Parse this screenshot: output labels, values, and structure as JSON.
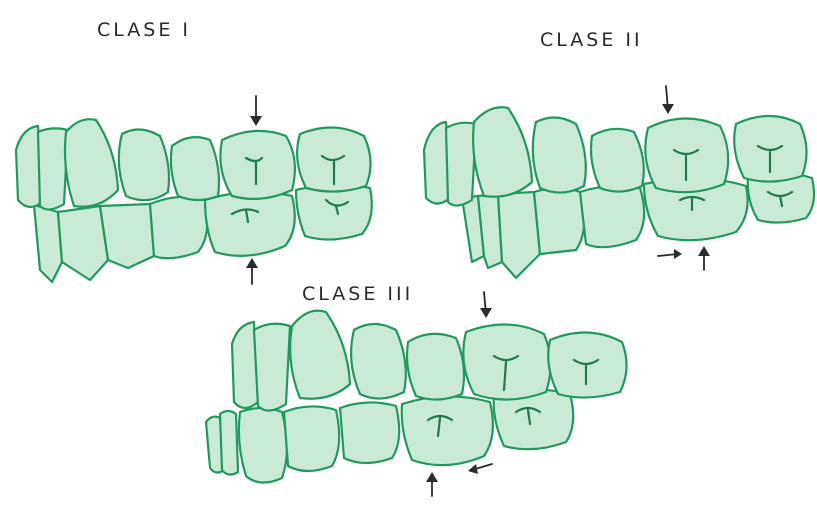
{
  "labels": {
    "class1": "CLASE I",
    "class2": "CLASE II",
    "class3": "CLASE III"
  },
  "colors": {
    "tooth_outline": "#1f9a5c",
    "tooth_fill": "#c9ead7",
    "ink": "#2b2b2b"
  }
}
